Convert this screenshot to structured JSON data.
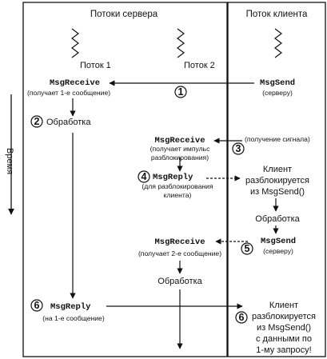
{
  "headers": {
    "server": "Потоки сервера",
    "client": "Поток клиента"
  },
  "threads": {
    "t1": "Поток 1",
    "t2": "Поток 2"
  },
  "time_label": "Время",
  "events": {
    "msg_receive_1": "MsgReceive",
    "msg_receive_1_note": "(получает 1-е сообщение)",
    "msg_send_1": "MsgSend",
    "msg_send_1_note": "(серверу)",
    "processing_1": "Обработка",
    "msg_receive_2": "MsgReceive",
    "msg_receive_2_note": [
      "(получает импульс",
      "разблокирования)"
    ],
    "signal_note": "(получение сигнала)",
    "msg_reply_1": "MsgReply",
    "msg_reply_1_note": [
      "(для разблокирования",
      "клиента)"
    ],
    "client_unblock_1": [
      "Клиент",
      "разблокируется",
      "из MsgSend()"
    ],
    "client_processing": "Обработка",
    "msg_send_2": "MsgSend",
    "msg_send_2_note": "(серверу)",
    "msg_receive_3": "MsgReceive",
    "msg_receive_3_note": "(получает 2-е сообщение)",
    "processing_2": "Обработка",
    "msg_reply_2": "MsgReply",
    "msg_reply_2_note": "(на 1-е сообщение)",
    "client_unblock_2": [
      "Клиент",
      "разблокируется",
      "из MsgSend()",
      "с данными по",
      "1-му запросу!"
    ]
  },
  "step_numbers": [
    "1",
    "2",
    "3",
    "4",
    "5",
    "6",
    "6"
  ]
}
